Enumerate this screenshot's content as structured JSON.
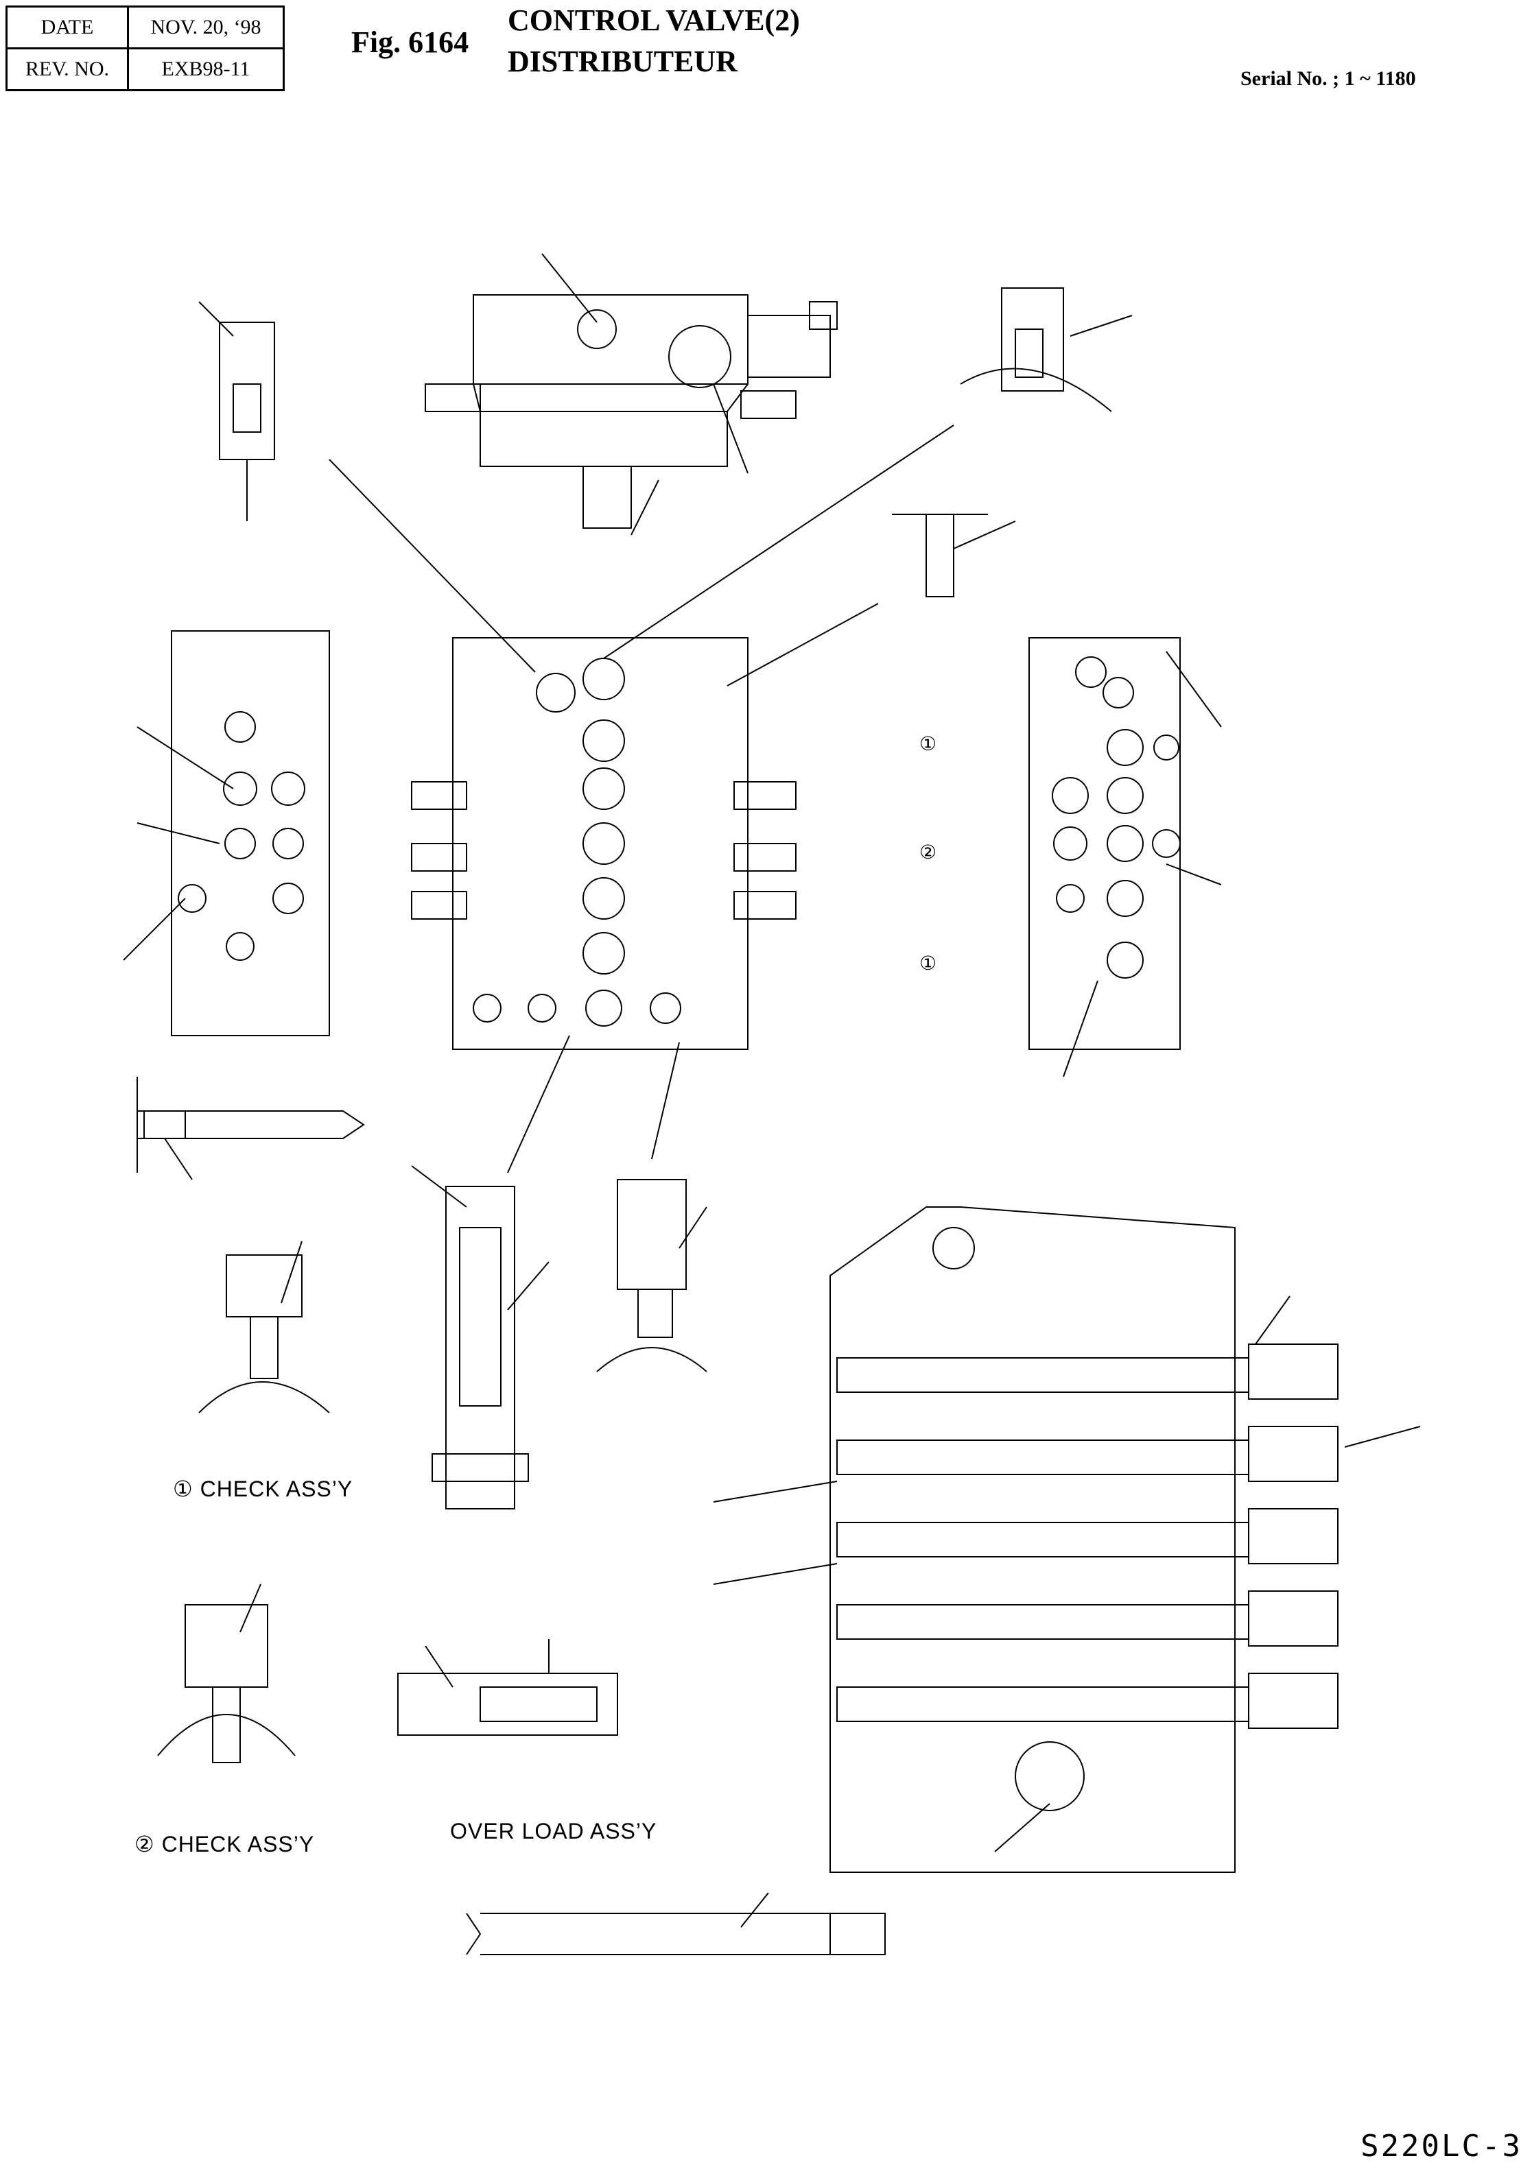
{
  "header": {
    "date_label": "DATE",
    "date_value": "NOV. 20, ‘98",
    "rev_label": "REV. NO.",
    "rev_value": "EXB98-11"
  },
  "figure": {
    "number": "Fig. 6164",
    "title_en": "CONTROL VALVE(2)",
    "title_fr": "DISTRIBUTEUR",
    "serial": "Serial No. ; 1 ~ 1180"
  },
  "captions": {
    "check_assy_1": "① CHECK ASS’Y",
    "check_assy_2": "② CHECK ASS’Y",
    "overload_assy": "OVER LOAD ASS’Y"
  },
  "side_view_markers": [
    "①",
    "②",
    "①"
  ],
  "model_code": "S220LC-3"
}
